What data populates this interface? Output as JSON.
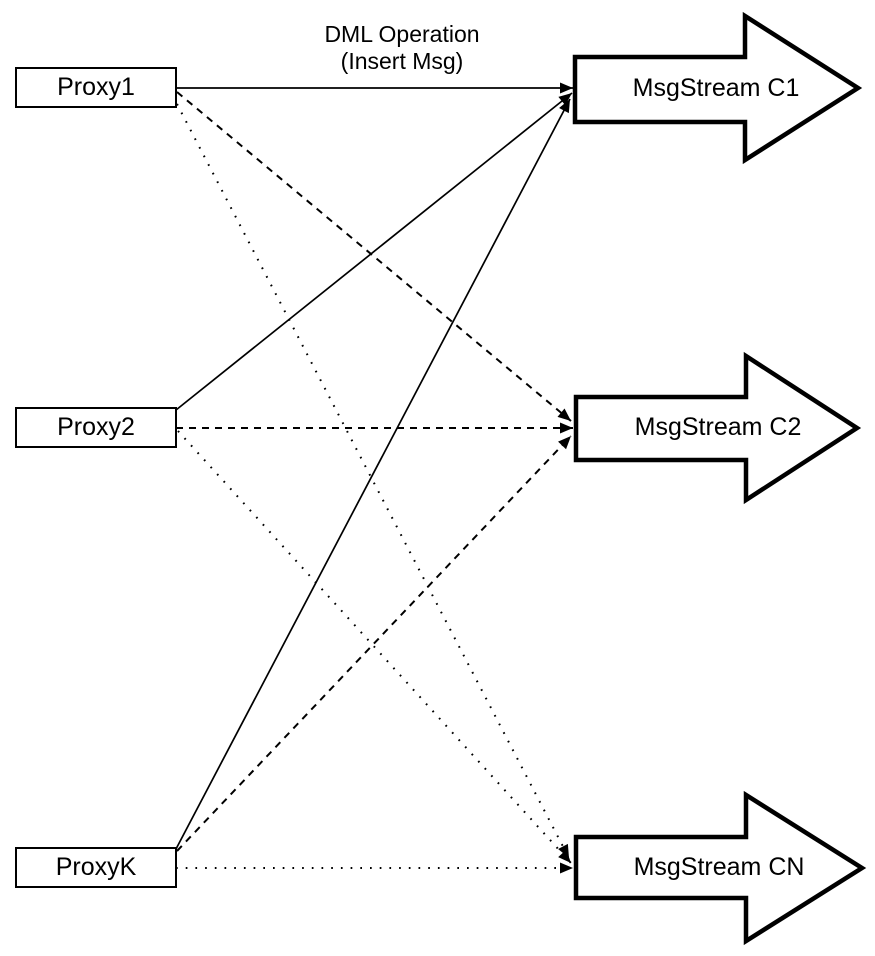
{
  "diagram": {
    "title_line1": "DML Operation",
    "title_line2": "(Insert Msg)",
    "proxies": [
      {
        "id": "proxy1",
        "label": "Proxy1"
      },
      {
        "id": "proxy2",
        "label": "Proxy2"
      },
      {
        "id": "proxyk",
        "label": "ProxyK"
      }
    ],
    "streams": [
      {
        "id": "c1",
        "label": "MsgStream C1"
      },
      {
        "id": "c2",
        "label": "MsgStream C2"
      },
      {
        "id": "cn",
        "label": "MsgStream CN"
      }
    ],
    "connections": [
      {
        "from": "Proxy1",
        "to": "MsgStream C1",
        "style": "solid"
      },
      {
        "from": "Proxy2",
        "to": "MsgStream C1",
        "style": "solid"
      },
      {
        "from": "ProxyK",
        "to": "MsgStream C1",
        "style": "solid"
      },
      {
        "from": "Proxy1",
        "to": "MsgStream C2",
        "style": "dashed"
      },
      {
        "from": "Proxy2",
        "to": "MsgStream C2",
        "style": "dashed"
      },
      {
        "from": "ProxyK",
        "to": "MsgStream C2",
        "style": "dashed"
      },
      {
        "from": "Proxy1",
        "to": "MsgStream CN",
        "style": "dotted"
      },
      {
        "from": "Proxy2",
        "to": "MsgStream CN",
        "style": "dotted"
      },
      {
        "from": "ProxyK",
        "to": "MsgStream CN",
        "style": "dotted"
      }
    ],
    "colors": {
      "stroke": "#000000",
      "fill": "#ffffff",
      "background": "#ffffff"
    }
  }
}
